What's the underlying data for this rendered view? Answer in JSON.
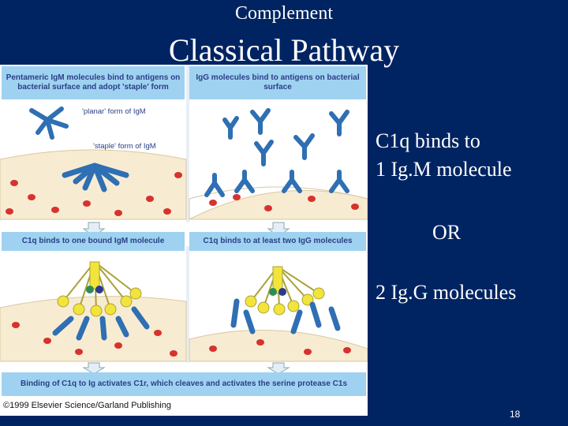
{
  "slide": {
    "subtitle": "Complement",
    "title": "Classical Pathway",
    "page_number": "18"
  },
  "figure": {
    "top_left_caption": "Pentameric IgM molecules bind to antigens on bacterial surface and adopt 'staple' form",
    "top_right_caption": "IgG molecules bind to antigens on bacterial surface",
    "planar_label": "'planar' form of IgM",
    "staple_label": "'staple' form of IgM",
    "mid_left_caption": "C1q binds to one bound IgM molecule",
    "mid_right_caption": "C1q binds to at least two IgG molecules",
    "bottom_caption": "Binding of C1q to Ig activates C1r, which cleaves and activates the serine protease C1s",
    "copyright": "©1999 Elsevier Science/Garland Publishing",
    "colors": {
      "callout": "#9fd2f0",
      "antibody": "#2f6fb3",
      "antigen": "#d8322e",
      "bacterium": "#f7ecd2",
      "c1q": "#f2e43a"
    }
  },
  "side_text": {
    "line1": "C1q binds to",
    "line2": "1 Ig.M molecule",
    "or": "OR",
    "line3": "2 Ig.G molecules"
  }
}
